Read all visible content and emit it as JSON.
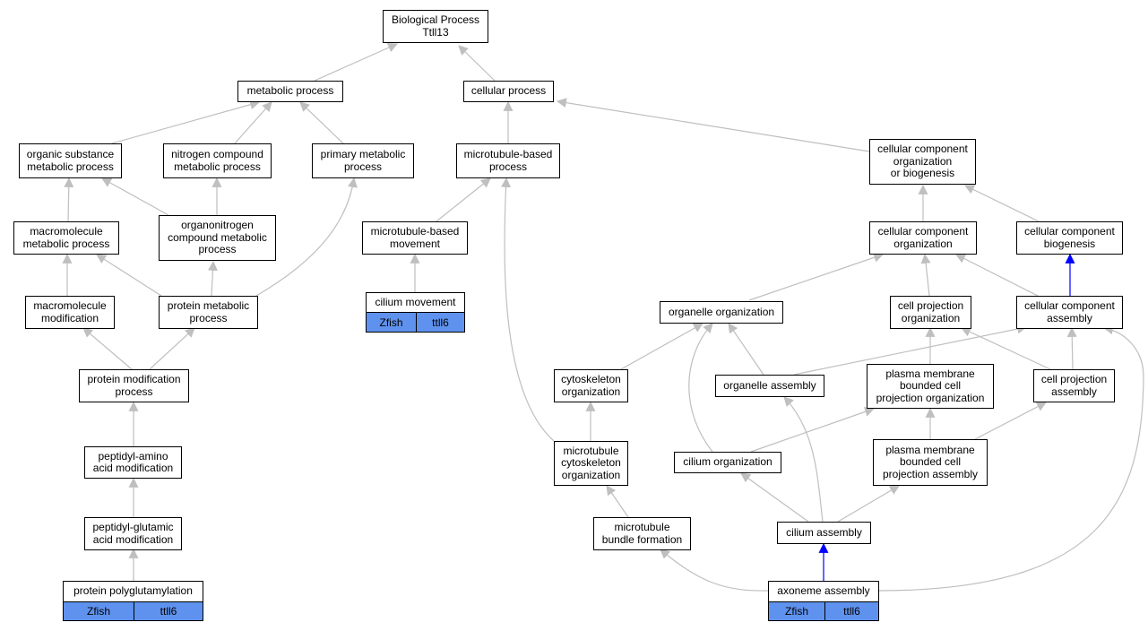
{
  "nodes": {
    "biological_process": "Biological Process\nTtll13",
    "metabolic_process": "metabolic process",
    "cellular_process": "cellular process",
    "organic_substance": "organic substance\nmetabolic process",
    "nitrogen_compound": "nitrogen compound\nmetabolic process",
    "primary_metabolic": "primary metabolic\nprocess",
    "microtubule_based_process": "microtubule-based\nprocess",
    "ccob": "cellular component\norganization\nor biogenesis",
    "macromolecule_metabolic": "macromolecule\nmetabolic process",
    "organonitrogen": "organonitrogen\ncompound metabolic\nprocess",
    "microtubule_based_movement": "microtubule-based\nmovement",
    "cc_organization": "cellular component\norganization",
    "cc_biogenesis": "cellular component\nbiogenesis",
    "macromolecule_modification": "macromolecule\nmodification",
    "protein_metabolic": "protein metabolic\nprocess",
    "cilium_movement": "cilium movement",
    "organelle_organization": "organelle organization",
    "cell_projection_organization": "cell projection\norganization",
    "cc_assembly": "cellular component\nassembly",
    "protein_modification": "protein modification\nprocess",
    "cytoskeleton_organization": "cytoskeleton\norganization",
    "organelle_assembly": "organelle assembly",
    "pm_bounded_organization": "plasma membrane\nbounded cell\nprojection organization",
    "cell_projection_assembly": "cell projection\nassembly",
    "peptidyl_amino": "peptidyl-amino\nacid modification",
    "microtubule_cytoskeleton": "microtubule\ncytoskeleton\norganization",
    "cilium_organization": "cilium organization",
    "pm_bounded_assembly": "plasma membrane\nbounded cell\nprojection assembly",
    "peptidyl_glutamic": "peptidyl-glutamic\nacid modification",
    "microtubule_bundle": "microtubule\nbundle formation",
    "cilium_assembly": "cilium assembly",
    "protein_polyglutamylation": "protein polyglutamylation",
    "axoneme_assembly": "axoneme assembly"
  },
  "annotations": {
    "cilium_movement": [
      "Zfish",
      "ttll6"
    ],
    "protein_polyglutamylation": [
      "Zfish",
      "ttll6"
    ],
    "axoneme_assembly": [
      "Zfish",
      "ttll6"
    ]
  },
  "colors": {
    "edge": "#bfbfbf",
    "highlight_edge": "#0000ff",
    "annotation_fill": "#5f92ee"
  }
}
